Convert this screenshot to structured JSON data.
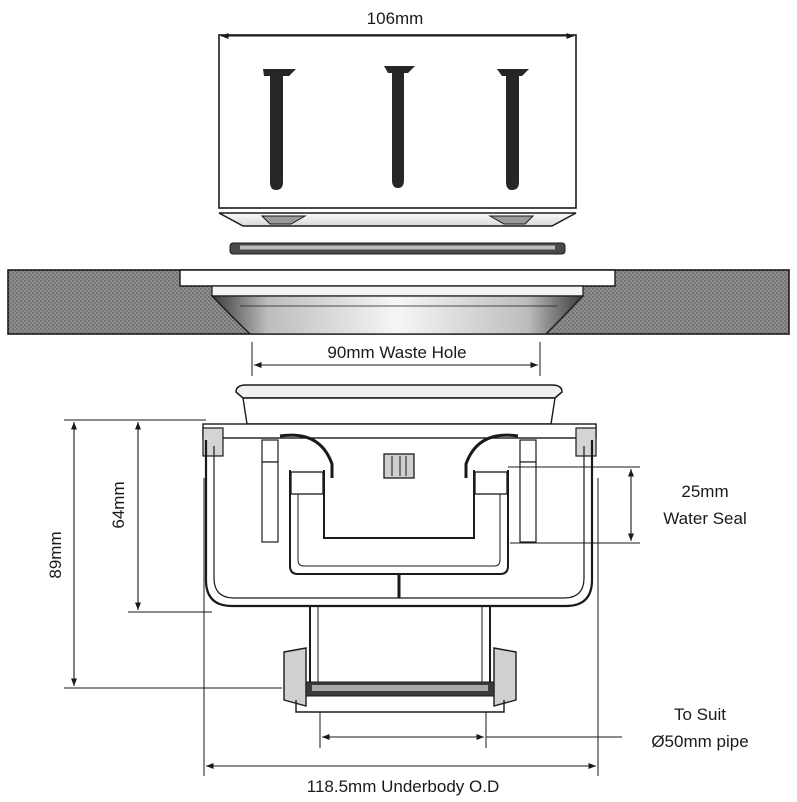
{
  "dimensions": {
    "cover_width": "106mm",
    "waste_hole": "90mm Waste Hole",
    "depth_overall": "89mm",
    "depth_body": "64mm",
    "water_seal_value": "25mm",
    "water_seal_label": "Water Seal",
    "pipe_line1": "To Suit",
    "pipe_line2": "Ø50mm pipe",
    "underbody": "118.5mm Underbody O.D"
  },
  "colors": {
    "ink": "#1a1a1a",
    "surface_shade": "#8c8c8c",
    "surface_dark": "#3a3a3a",
    "screw": "#262626",
    "plate_light": "#f2f2f2"
  }
}
